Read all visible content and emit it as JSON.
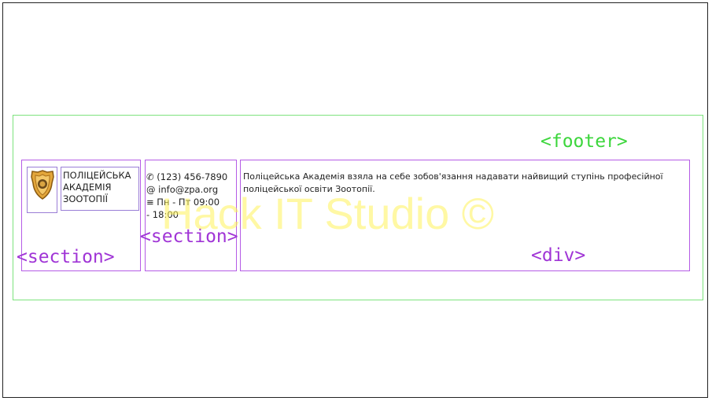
{
  "labels": {
    "footer": "<footer>",
    "section_logo": "<section>",
    "section_contacts": "<section>",
    "div_description": "<div>"
  },
  "logo": {
    "icon": "police-badge-icon",
    "name_lines": [
      "ПОЛІЦЕЙСЬКА",
      "АКАДЕМІЯ",
      "ЗООТОПІЇ"
    ]
  },
  "contacts": {
    "phone_icon": "phone-icon",
    "phone": "(123) 456-7890",
    "email_icon": "at-icon",
    "email": "info@zpa.org",
    "hours_icon": "menu-icon",
    "hours_line1": "Пн - Пт 09:00",
    "hours_line2": "- 18:00"
  },
  "description": "Поліцейська Академія взяла на себе зобов'язання надавати найвищий ступінь професійної поліцейської освіти Зоотопії.",
  "watermark": "Hack IT Studio ©",
  "colors": {
    "footer_outline": "#7de37d",
    "footer_label": "#3cd63c",
    "section_outline": "#b55be6",
    "section_label": "#a035d6",
    "watermark": "#fff35a"
  }
}
